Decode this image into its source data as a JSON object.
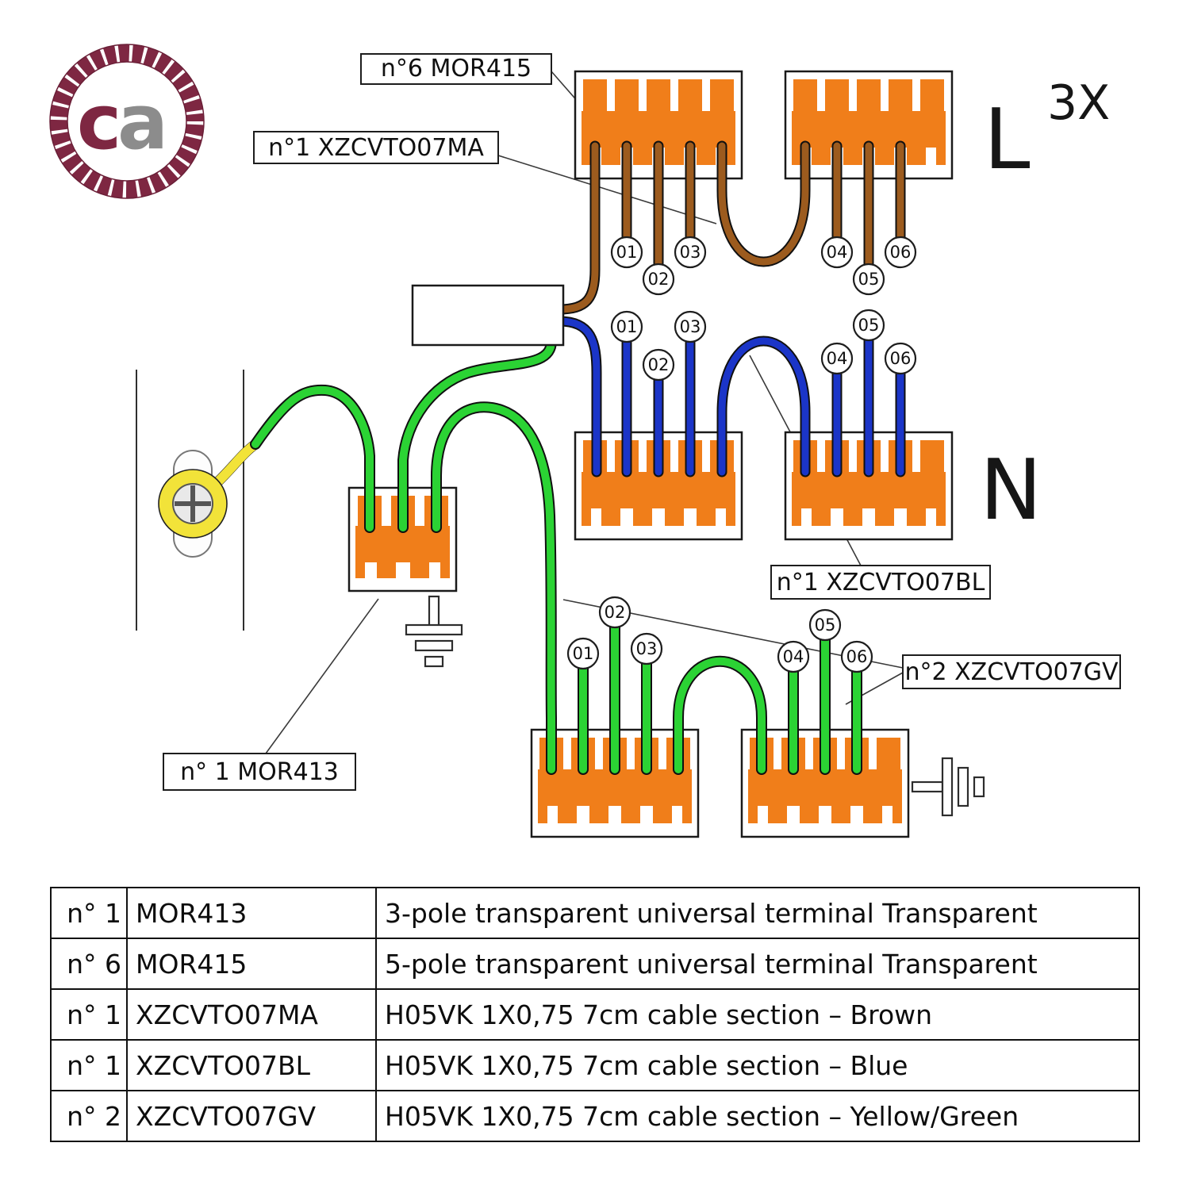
{
  "logo": {
    "c": "c",
    "a": "a"
  },
  "diagram": {
    "labels": {
      "mor415": "n°6 MOR415",
      "xzcvto07ma": "n°1 XZCVTO07MA",
      "xzcvto07bl": "n°1 XZCVTO07BL",
      "xzcvto07gv": "n°2 XZCVTO07GV",
      "mor413": "n° 1  MOR413"
    },
    "line_l": "L",
    "line_l_mult": "3X",
    "line_n": "N",
    "markers": {
      "m1": "01",
      "m2": "02",
      "m3": "03",
      "m4": "04",
      "m5": "05",
      "m6": "06"
    },
    "colors": {
      "orange": "#F07E1A",
      "brown": "#9C5B1E",
      "blue": "#1B35C8",
      "green": "#2BD334",
      "yellow": "#F2E339",
      "maroon": "#7E2742",
      "gray": "#8C8C8C"
    }
  },
  "table": {
    "rows": [
      {
        "qty": "n° 1",
        "code": "MOR413",
        "desc": "3-pole transparent universal terminal Transparent"
      },
      {
        "qty": "n° 6",
        "code": "MOR415",
        "desc": "5-pole transparent universal terminal Transparent"
      },
      {
        "qty": "n° 1",
        "code": "XZCVTO07MA",
        "desc": "H05VK 1X0,75 7cm cable section – Brown"
      },
      {
        "qty": "n° 1",
        "code": "XZCVTO07BL",
        "desc": "H05VK 1X0,75 7cm cable section – Blue"
      },
      {
        "qty": "n° 2",
        "code": "XZCVTO07GV",
        "desc": "H05VK 1X0,75 7cm cable section – Yellow/Green"
      }
    ]
  }
}
